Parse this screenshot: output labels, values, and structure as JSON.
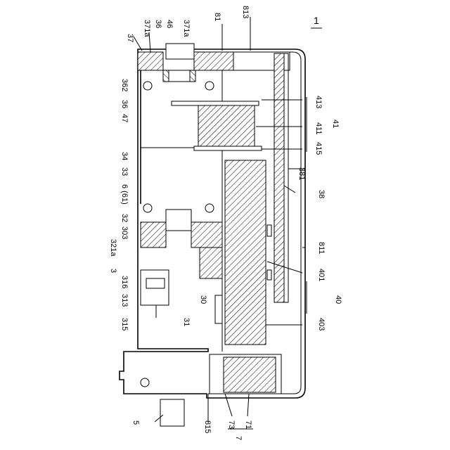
{
  "figure": {
    "figure_number": "1",
    "labels": {
      "l37": "37",
      "l371a_top": "371a",
      "l36_top": "36",
      "l46": "46",
      "l371a_right": "371a",
      "l81": "81",
      "l813": "813",
      "l362": "362",
      "l36_mid": "36",
      "l47": "47",
      "l413": "413",
      "l411": "411",
      "l41": "41",
      "l415": "415",
      "l381": "381",
      "l34": "34",
      "l33": "33",
      "l6_61": "6 (61)",
      "l32": "32",
      "l303": "303",
      "l321a": "321a",
      "l3": "3",
      "l316": "316",
      "l313": "313",
      "l315": "315",
      "l31": "31",
      "l30": "30",
      "l38": "38",
      "l811": "811",
      "l401": "401",
      "l40": "40",
      "l403": "403",
      "l5": "5",
      "l815": "815",
      "l73": "73",
      "l71": "71",
      "l7": "7"
    }
  }
}
